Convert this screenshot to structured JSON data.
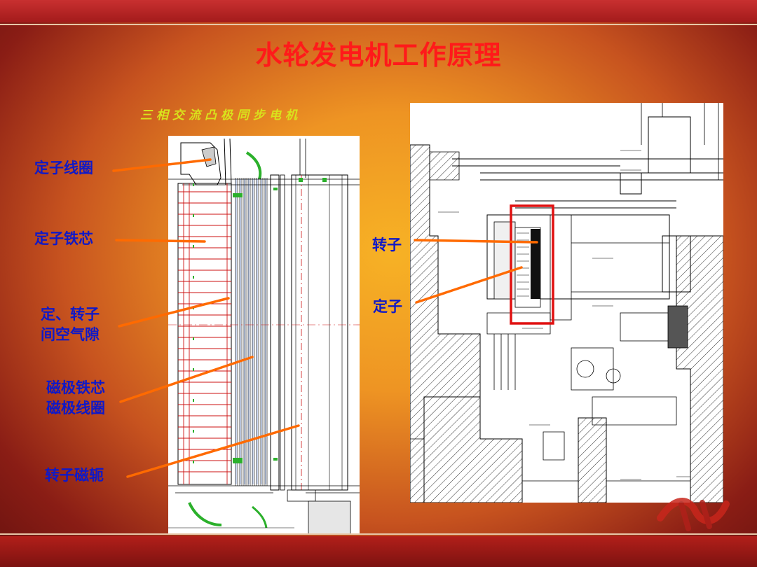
{
  "slide": {
    "title": "水轮发电机工作原理",
    "subtitle": "三相交流凸极同步电机",
    "labels": {
      "stator_coil": "定子线圈",
      "stator_core": "定子铁芯",
      "air_gap_line1": "定、转子",
      "air_gap_line2": "间空气隙",
      "pole_core": "磁极铁芯",
      "pole_coil": "磁极线圈",
      "rotor_yoke": "转子磁轭",
      "rotor": "转子",
      "stator": "定子"
    }
  },
  "colors": {
    "title": "#ff1a1a",
    "labels": "#1019c7",
    "subtitle": "#d9e21c",
    "arrows": "#ff6a00",
    "highlight_box": "#e01010",
    "frame": "#a31b1b"
  }
}
